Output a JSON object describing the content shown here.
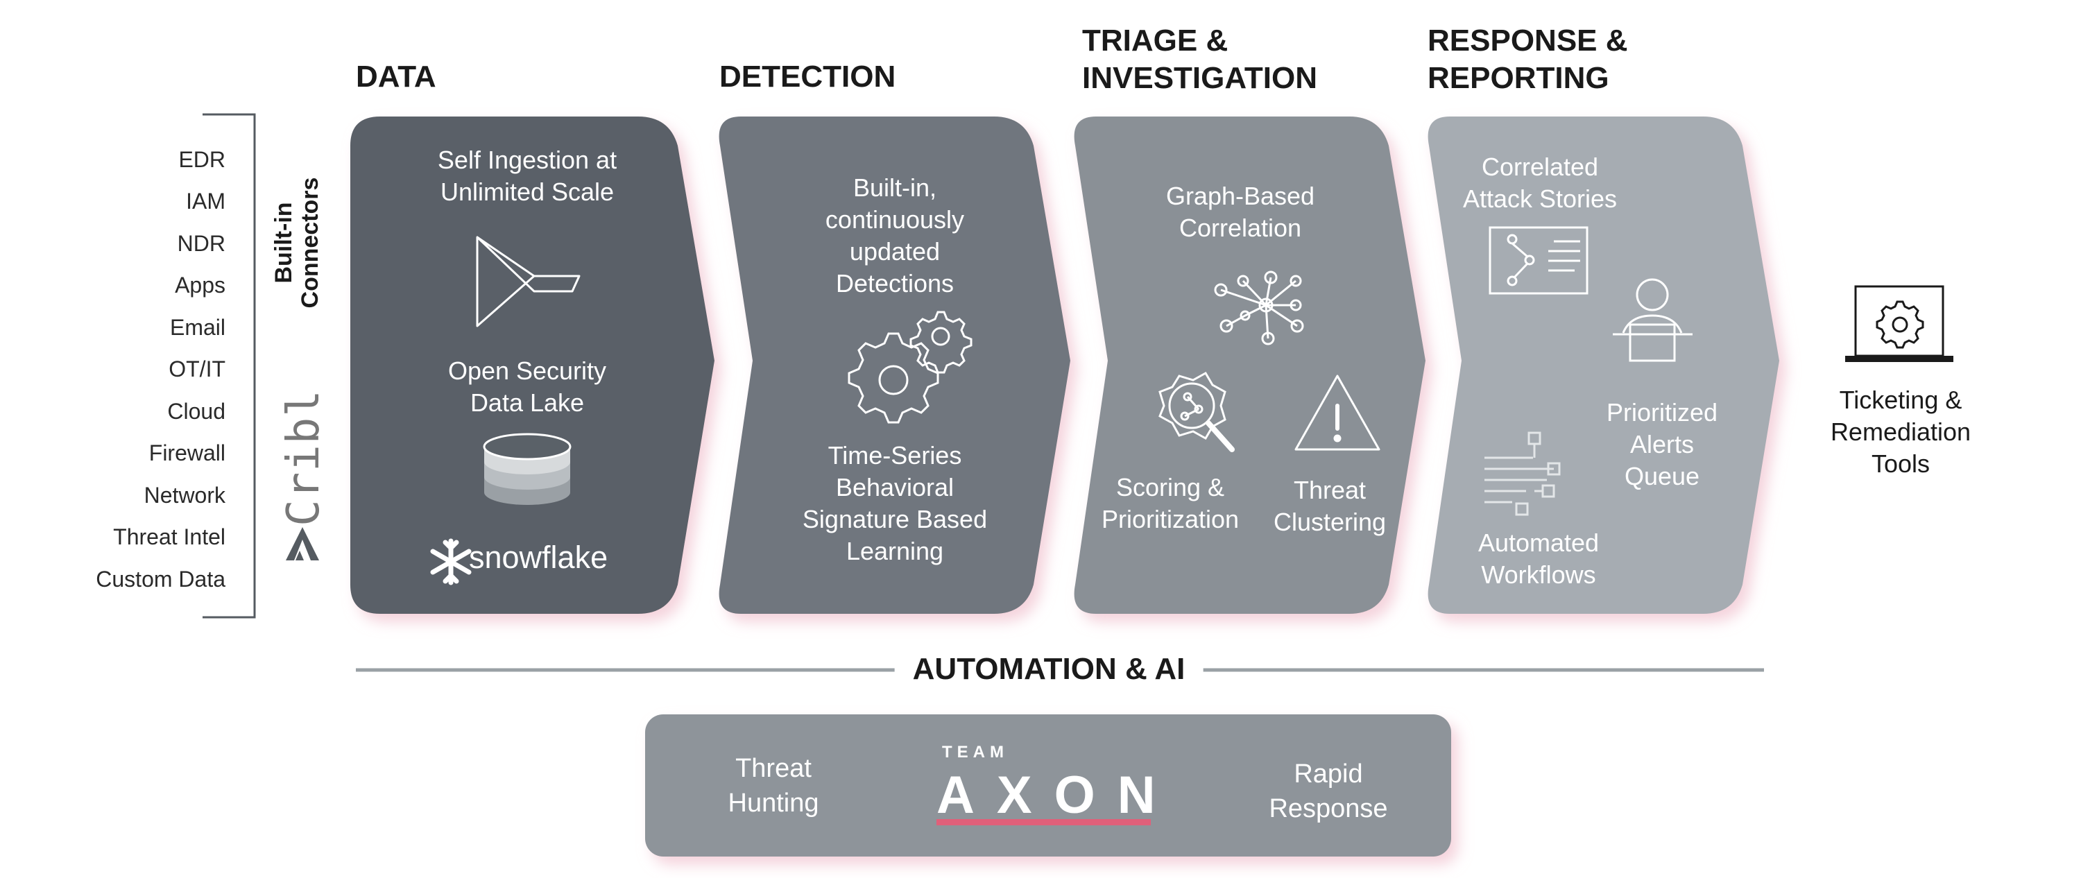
{
  "headings": {
    "data": "DATA",
    "detection": "DETECTION",
    "triage": "TRIAGE &\nINVESTIGATION",
    "response": "RESPONSE &\nREPORTING"
  },
  "sources": {
    "items": [
      "EDR",
      "IAM",
      "NDR",
      "Apps",
      "Email",
      "OT/IT",
      "Cloud",
      "Firewall",
      "Network",
      "Threat Intel",
      "Custom Data"
    ],
    "connectors_label": "Built-in\nConnectors",
    "cribl_label": "Cribl"
  },
  "stages": {
    "data": {
      "ingestion": "Self Ingestion at\nUnlimited Scale",
      "lake": "Open Security\nData Lake",
      "snowflake": "snowflake"
    },
    "detection": {
      "builtin": "Built-in,\ncontinuously\nupdated\nDetections",
      "timeseries": "Time-Series\nBehavioral\nSignature Based\nLearning"
    },
    "triage": {
      "graph": "Graph-Based\nCorrelation",
      "scoring": "Scoring &\nPrioritization",
      "clustering": "Threat\nClustering"
    },
    "response": {
      "stories": "Correlated\nAttack Stories",
      "prioritized": "Prioritized\nAlerts\nQueue",
      "workflows": "Automated\nWorkflows"
    }
  },
  "ticketing": "Ticketing &\nRemediation\nTools",
  "automation": {
    "title": "AUTOMATION & AI",
    "threat_hunting": "Threat\nHunting",
    "team": "TEAM",
    "axon": "AXON",
    "rapid_response": "Rapid\nResponse"
  },
  "colors": {
    "stage_data": "#5a6168",
    "stage_detection": "#6f767e",
    "stage_triage": "#8a9096",
    "stage_response": "#a6acb2",
    "automation_box": "#8e949a",
    "axon_accent": "#e0607a",
    "glow": "#f6dce3"
  }
}
